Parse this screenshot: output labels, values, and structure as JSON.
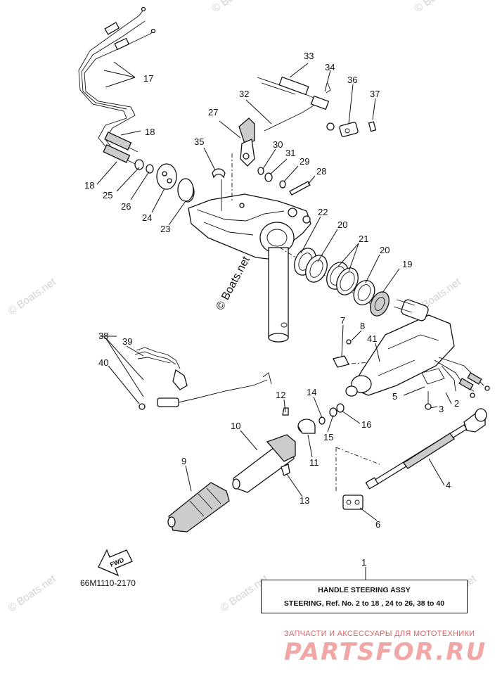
{
  "watermark": "© Boats.net",
  "ref_code": "66M1110-2170",
  "fwd_label": "FWD",
  "info_box": {
    "ref_no": "1",
    "title": "HANDLE STEERING ASSY",
    "subtitle": "STEERING, Ref. No. 2 to 18 , 24 to 26, 38 to 40"
  },
  "site_caption": "ЗАПЧАСТИ И АКСЕССУАРЫ ДЛЯ МОТОТЕХНИКИ",
  "site_logo": "PARTSFOR.RU",
  "callouts": [
    "2",
    "3",
    "4",
    "5",
    "6",
    "7",
    "8",
    "9",
    "10",
    "11",
    "12",
    "13",
    "14",
    "15",
    "16",
    "17",
    "18",
    "18",
    "19",
    "20",
    "20",
    "21",
    "22",
    "23",
    "24",
    "25",
    "26",
    "27",
    "28",
    "29",
    "30",
    "31",
    "32",
    "33",
    "34",
    "35",
    "36",
    "37",
    "38",
    "39",
    "40",
    "41"
  ]
}
